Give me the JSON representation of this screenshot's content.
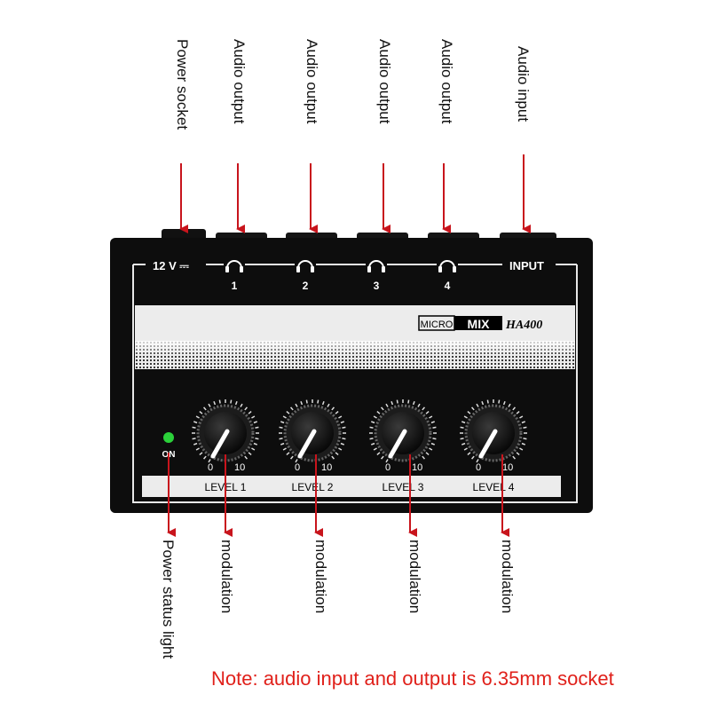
{
  "top_labels": [
    "Power socket",
    "Audio output",
    "Audio output",
    "Audio output",
    "Audio output",
    "Audio input"
  ],
  "bottom_labels": [
    "Power status light",
    "modulation",
    "modulation",
    "modulation",
    "modulation"
  ],
  "device": {
    "power_label": "12 V ⎓",
    "input_label": "INPUT",
    "output_numbers": [
      "1",
      "2",
      "3",
      "4"
    ],
    "brand_micro": "MICRO",
    "brand_mix": "MIX",
    "model": "HA400",
    "on_label": "ON",
    "knob_min": "0",
    "knob_max": "10",
    "level_labels": [
      "LEVEL 1",
      "LEVEL 2",
      "LEVEL 3",
      "LEVEL 4"
    ]
  },
  "note": "Note: audio input and output is 6.35mm socket",
  "colors": {
    "arrow": "#c8141c",
    "device_body": "#0d0d0d",
    "panel": "#ececec",
    "led": "#2bd13a"
  }
}
